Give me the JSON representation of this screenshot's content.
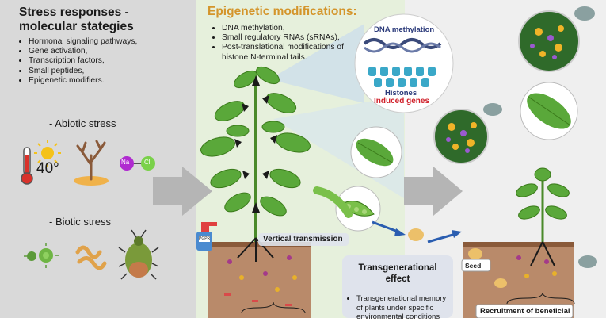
{
  "left": {
    "title_line1": "Stress responses -",
    "title_line2": "molecular stategies",
    "bullets": [
      "Hormonal signaling pathways,",
      "Gene activation,",
      "Transcription factors,",
      "Small peptides,",
      "Epigenetic modifiers."
    ],
    "abiotic_heading": "- Abiotic stress",
    "biotic_heading": "- Biotic stress",
    "temperature_label": "40°",
    "na_label": "Na",
    "cl_label": "Cl"
  },
  "middle": {
    "title": "Epigenetic modifications:",
    "bullets": [
      "DNA methylation,",
      "Small regulatory RNAs (sRNAs),",
      "Post-translational modifications of histone N-terminal tails."
    ],
    "dna_label": "DNA methylation",
    "histones_label": "Histones",
    "induced_genes_label": "Induced genes",
    "vertical_transmission_label": "Vertical transmission",
    "spray_label": "PGPR",
    "transgenerational_title_line1": "Transgenerational",
    "transgenerational_title_line2": "effect",
    "transgenerational_bullet_line1": "Transgenerational memory",
    "transgenerational_bullet_line2": "of plants under specific",
    "transgenerational_bullet_line3": "environmental conditions"
  },
  "right": {
    "seed_label": "Seed",
    "recruitment_label": "Recruitment of beneficial"
  },
  "colors": {
    "left_bg": "#d9d9d9",
    "mid_bg": "#e6f0dc",
    "right_bg": "#efefef",
    "accent_title": "#d4952b",
    "induced_genes": "#d0202a",
    "histones_text": "#2b3a7a",
    "arrow_blue": "#2a5db0"
  }
}
